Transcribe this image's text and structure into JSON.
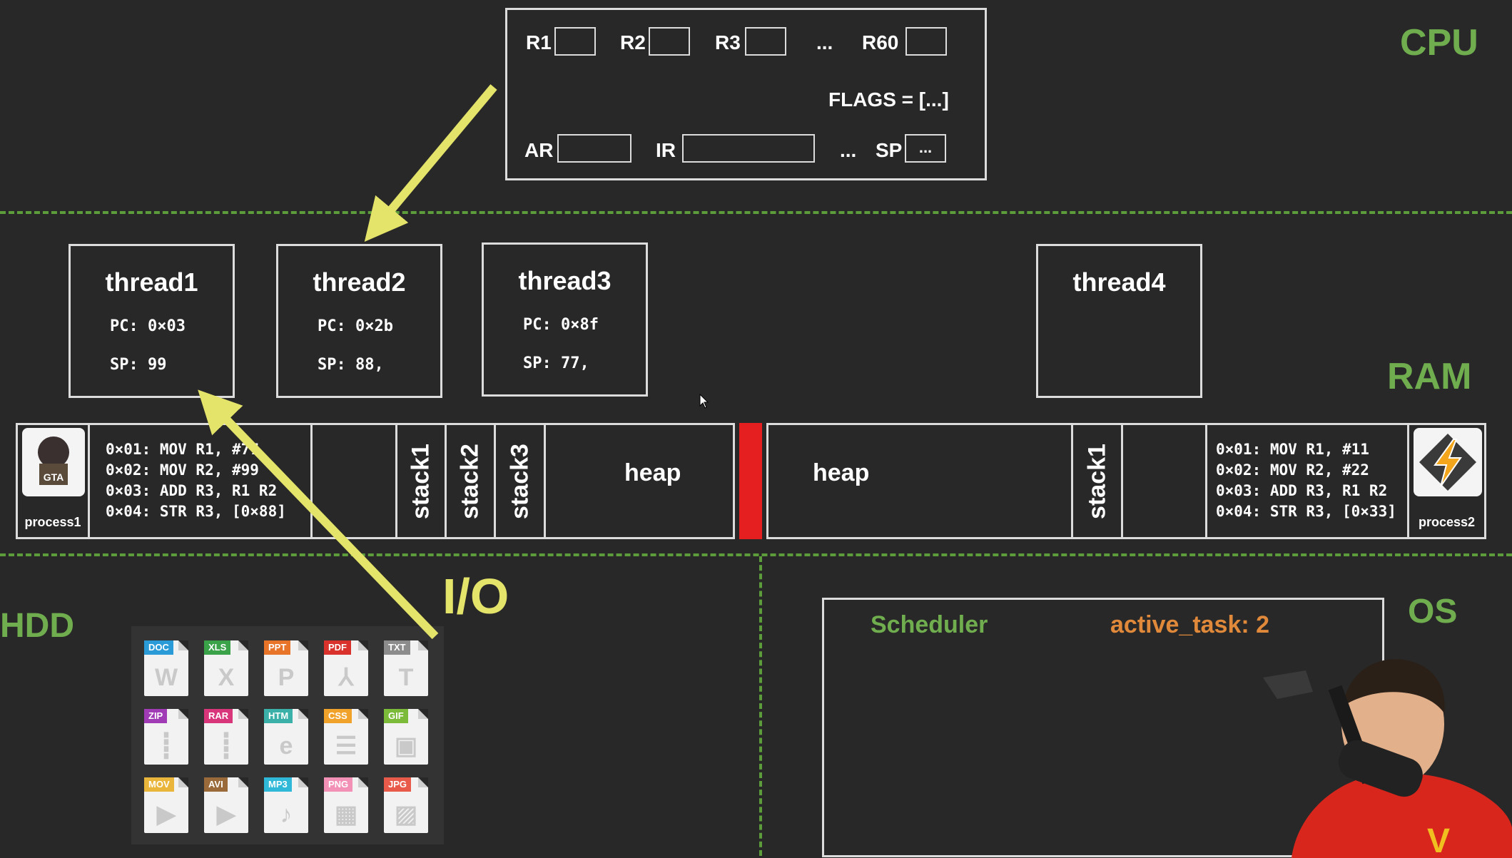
{
  "sections": {
    "cpu": "CPU",
    "ram": "RAM",
    "hdd": "HDD",
    "os": "OS",
    "io": "I/O"
  },
  "cpu": {
    "registers": [
      "R1",
      "R2",
      "R3",
      "...",
      "R60"
    ],
    "flags": "FLAGS = [...]",
    "ar": "AR",
    "ir": "IR",
    "ellipsis": "...",
    "sp": "SP",
    "sp_value": "..."
  },
  "threads": [
    {
      "name": "thread1",
      "pc": "PC: 0×03",
      "sp": "SP: 99"
    },
    {
      "name": "thread2",
      "pc": "PC: 0×2b",
      "sp": "SP: 88,"
    },
    {
      "name": "thread3",
      "pc": "PC: 0×8f",
      "sp": "SP: 77,"
    },
    {
      "name": "thread4"
    }
  ],
  "process1": {
    "label": "process1",
    "code": [
      "0×01: MOV R1, #77",
      "0×02: MOV R2, #99",
      "0×03: ADD R3, R1 R2",
      "0×04: STR R3, [0×88]"
    ],
    "stacks": [
      "stack1",
      "stack2",
      "stack3"
    ],
    "heap": "heap"
  },
  "process2": {
    "label": "process2",
    "code": [
      "0×01: MOV R1, #11",
      "0×02: MOV R2, #22",
      "0×03: ADD R3, R1 R2",
      "0×04: STR R3, [0×33]"
    ],
    "stacks": [
      "stack1"
    ],
    "heap": "heap"
  },
  "scheduler": {
    "title": "Scheduler",
    "active_task": "active_task: 2"
  },
  "files": [
    {
      "tag": "DOC",
      "glyph": "W",
      "color": "#2b9bd8"
    },
    {
      "tag": "XLS",
      "glyph": "X",
      "color": "#3aa34a"
    },
    {
      "tag": "PPT",
      "glyph": "P",
      "color": "#e8742a"
    },
    {
      "tag": "PDF",
      "glyph": "⅄",
      "color": "#d9312b"
    },
    {
      "tag": "TXT",
      "glyph": "T",
      "color": "#8c8c8c"
    },
    {
      "tag": "ZIP",
      "glyph": "┋",
      "color": "#a03bb5"
    },
    {
      "tag": "RAR",
      "glyph": "┋",
      "color": "#d8357a"
    },
    {
      "tag": "HTM",
      "glyph": "e",
      "color": "#3bb0a8"
    },
    {
      "tag": "CSS",
      "glyph": "☰",
      "color": "#f0a22b"
    },
    {
      "tag": "GIF",
      "glyph": "▣",
      "color": "#7cba3a"
    },
    {
      "tag": "MOV",
      "glyph": "▶",
      "color": "#e9b53a"
    },
    {
      "tag": "AVI",
      "glyph": "▶",
      "color": "#9a6a3a"
    },
    {
      "tag": "MP3",
      "glyph": "♪",
      "color": "#2fb8d8"
    },
    {
      "tag": "PNG",
      "glyph": "▦",
      "color": "#f291b5"
    },
    {
      "tag": "JPG",
      "glyph": "▨",
      "color": "#e85a4a"
    }
  ]
}
